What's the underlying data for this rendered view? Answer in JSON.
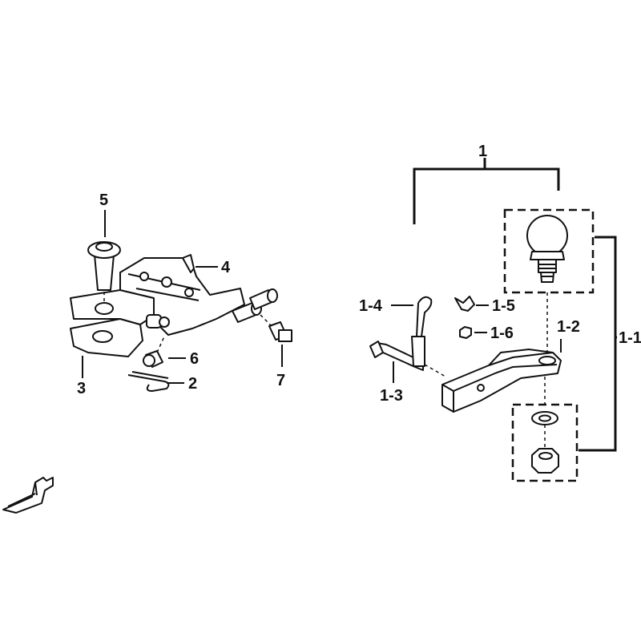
{
  "callouts": {
    "c1": "1",
    "c1_1": "1-1",
    "c1_2": "1-2",
    "c1_3": "1-3",
    "c1_4": "1-4",
    "c1_5": "1-5",
    "c1_6": "1-6",
    "c2": "2",
    "c3": "3",
    "c4": "4",
    "c5": "5",
    "c6": "6",
    "c7": "7"
  },
  "icons": {
    "front_indicator": "front-direction-arrow-icon"
  }
}
